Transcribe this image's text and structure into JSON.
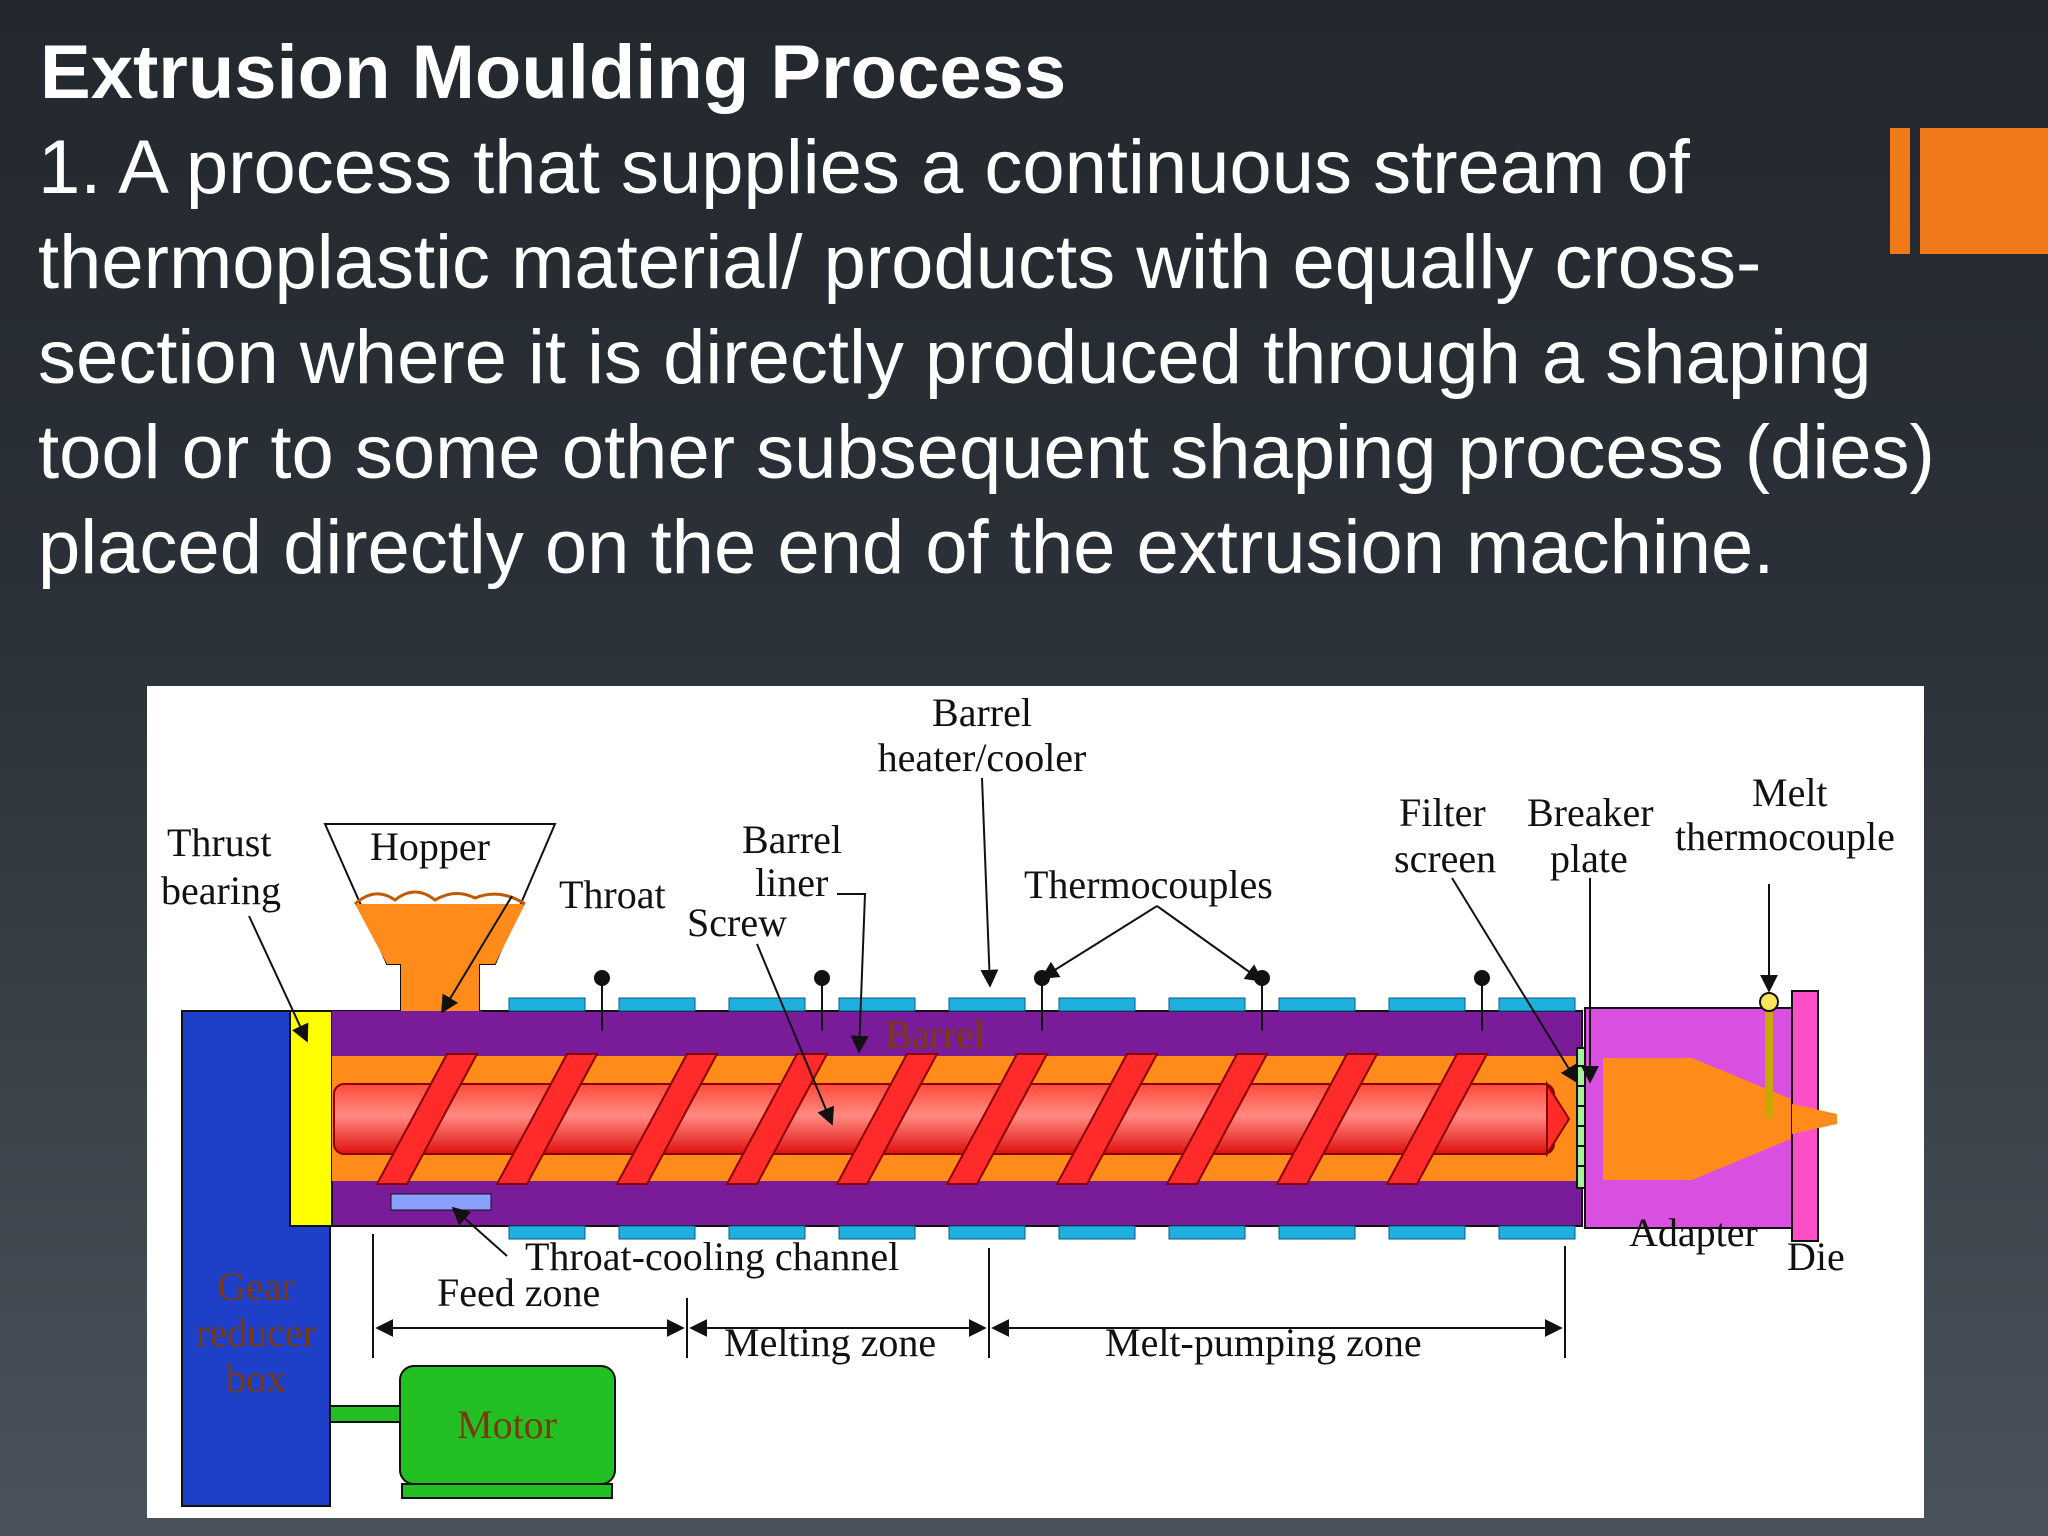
{
  "slide": {
    "title": "Extrusion Moulding Process",
    "body": "1. A process that supplies a continuous stream of thermoplastic material/ products with equally cross-section where it is directly produced through a shaping tool or to some other subsequent shaping process (dies) placed directly on the end of the extrusion machine."
  },
  "colors": {
    "accent": "#f07a1a",
    "barrel": "#7a1c9a",
    "melt": "#ff8c1a",
    "screw": "#ff2a2a",
    "heater": "#1fb0e0",
    "gearbox": "#1e3fc8",
    "motor": "#22c022",
    "thrust_bearing": "#ffff00",
    "die": "#ff4fc8",
    "adapter": "#d94fe0",
    "breaker_plate": "#a8f09a"
  },
  "diagram": {
    "labels": {
      "barrel_heater_1": "Barrel",
      "barrel_heater_2": "heater/cooler",
      "thrust_1": "Thrust",
      "thrust_2": "bearing",
      "hopper": "Hopper",
      "throat": "Throat",
      "barrel_liner_1": "Barrel",
      "barrel_liner_2": "liner",
      "screw": "Screw",
      "thermocouples": "Thermocouples",
      "filter_1": "Filter",
      "filter_2": "screen",
      "breaker_1": "Breaker",
      "breaker_2": "plate",
      "melt_tc_1": "Melt",
      "melt_tc_2": "thermocouple",
      "barrel": "Barrel",
      "throat_cooling": "Throat-cooling channel",
      "feed_zone": "Feed zone",
      "melting_zone": "Melting zone",
      "melt_pumping_zone": "Melt-pumping zone",
      "adapter": "Adapter",
      "die": "Die",
      "gear_1": "Gear",
      "gear_2": "reducer",
      "gear_3": "box",
      "motor": "Motor"
    }
  }
}
